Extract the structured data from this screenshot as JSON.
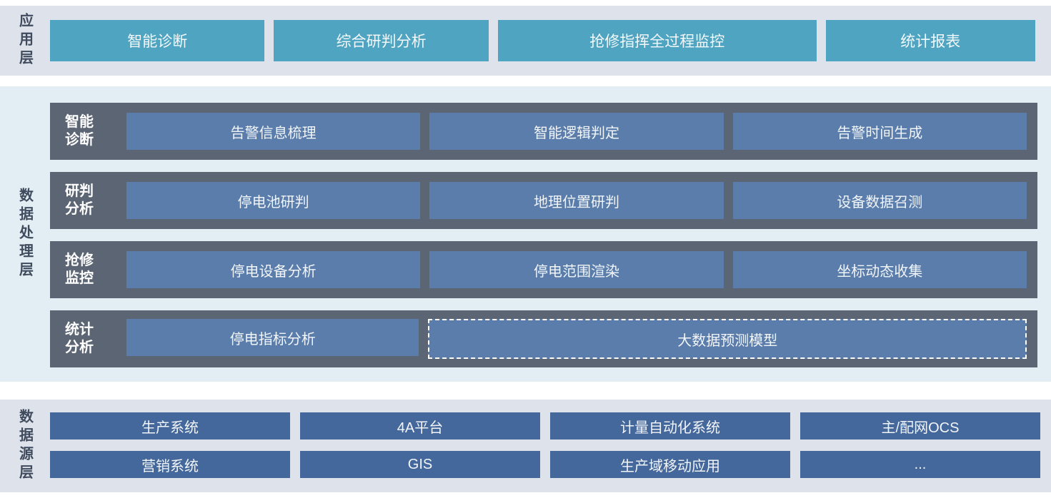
{
  "diagram": {
    "app_layer": {
      "label": "应用层",
      "items": [
        {
          "text": "智能诊断"
        },
        {
          "text": "综合研判分析"
        },
        {
          "text": "抢修指挥全过程监控"
        },
        {
          "text": "统计报表"
        }
      ]
    },
    "processing_layer": {
      "label": "数据处理层",
      "rows": [
        {
          "label": "智能诊断",
          "items": [
            {
              "text": "告警信息梳理"
            },
            {
              "text": "智能逻辑判定"
            },
            {
              "text": "告警时间生成"
            }
          ]
        },
        {
          "label": "研判分析",
          "items": [
            {
              "text": "停电池研判"
            },
            {
              "text": "地理位置研判"
            },
            {
              "text": "设备数据召测"
            }
          ]
        },
        {
          "label": "抢修监控",
          "items": [
            {
              "text": "停电设备分析"
            },
            {
              "text": "停电范围渲染"
            },
            {
              "text": "坐标动态收集"
            }
          ]
        },
        {
          "label": "统计分析",
          "items": [
            {
              "text": "停电指标分析"
            },
            {
              "text": "大数据预测模型",
              "style": "dashed"
            }
          ]
        }
      ]
    },
    "source_layer": {
      "label": "数据源层",
      "rows": [
        [
          {
            "text": "生产系统"
          },
          {
            "text": "4A平台"
          },
          {
            "text": "计量自动化系统"
          },
          {
            "text": "主/配网OCS"
          }
        ],
        [
          {
            "text": "营销系统"
          },
          {
            "text": "GIS"
          },
          {
            "text": "生产域移动应用"
          },
          {
            "text": "..."
          }
        ]
      ]
    },
    "colors": {
      "app_band_bg": "#dde2eb",
      "processing_band_bg": "#e2edf4",
      "source_band_bg": "#dde2eb",
      "app_item_bg": "#4fa5c1",
      "processing_row_bg": "#5c6574",
      "processing_item_bg": "#5a7dab",
      "source_item_bg": "#45689c",
      "layer_label_text": "#404b5e",
      "item_text": "#ffffff"
    }
  }
}
